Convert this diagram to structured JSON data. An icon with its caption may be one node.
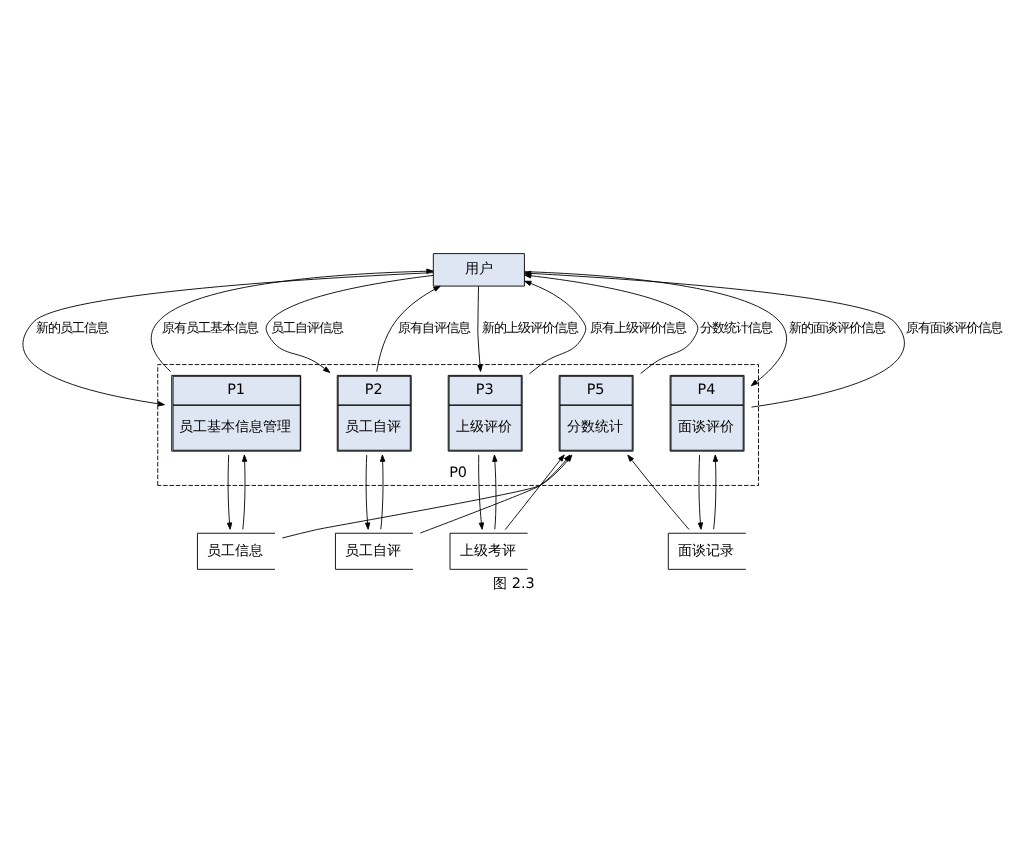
{
  "diagram": {
    "caption": "图 2.3",
    "nodes": [
      {
        "text": [
          "用户"
        ]
      },
      {
        "text": [
          "P0"
        ]
      },
      {
        "text": [
          "P1",
          "员工基本信息管理"
        ],
        "in": 1
      },
      {
        "text": [
          "P2",
          "员工自评"
        ],
        "in": 1
      },
      {
        "text": [
          "P3",
          "上级评价"
        ],
        "in": 1
      },
      {
        "text": [
          "P4",
          "面谈评价"
        ],
        "in": 1
      },
      {
        "text": [
          "P5",
          "分数统计"
        ],
        "in": 1
      },
      {
        "text": [
          "员工信息"
        ]
      },
      {
        "text": [
          "员工自评"
        ]
      },
      {
        "text": [
          "上级考评"
        ]
      },
      {
        "text": [
          "面谈记录"
        ]
      }
    ],
    "edges": [
      {
        "from": 0,
        "to": 2,
        "arrow": "to",
        "label": "新的员工信息"
      },
      {
        "from": 2,
        "to": 0,
        "arrow": "to",
        "label": "原有员工基本信息"
      },
      {
        "from": 0,
        "to": 3,
        "arrow": "to",
        "label": "员工自评信息"
      },
      {
        "from": 3,
        "to": 0,
        "arrow": "to",
        "label": "原有自评信息"
      },
      {
        "from": 0,
        "to": 4,
        "arrow": "to",
        "label": "新的上级评价信息"
      },
      {
        "from": 4,
        "to": 0,
        "arrow": "to",
        "label": "原有上级评价信息"
      },
      {
        "from": 0,
        "to": 5,
        "arrow": "to",
        "label": "新的面谈评价信息"
      },
      {
        "from": 5,
        "to": 0,
        "arrow": "to",
        "label": "原有面谈评价信息"
      },
      {
        "from": 6,
        "to": 0,
        "arrow": "to",
        "label": "分数统计信息"
      },
      {
        "from": 2,
        "to": 7,
        "arrow": "to"
      },
      {
        "from": 7,
        "to": 2,
        "arrow": "to"
      },
      {
        "from": 3,
        "to": 8,
        "arrow": "to"
      },
      {
        "from": 8,
        "to": 3,
        "arrow": "to"
      },
      {
        "from": 4,
        "to": 9,
        "arrow": "to"
      },
      {
        "from": 9,
        "to": 4,
        "arrow": "to"
      },
      {
        "from": 5,
        "to": 10,
        "arrow": "to"
      },
      {
        "from": 10,
        "to": 5,
        "arrow": "to"
      },
      {
        "from": 7,
        "to": 6,
        "arrow": "to"
      },
      {
        "from": 8,
        "to": 6,
        "arrow": "to"
      },
      {
        "from": 9,
        "to": 6,
        "arrow": "to"
      },
      {
        "from": 10,
        "to": 6,
        "arrow": "to"
      }
    ]
  }
}
